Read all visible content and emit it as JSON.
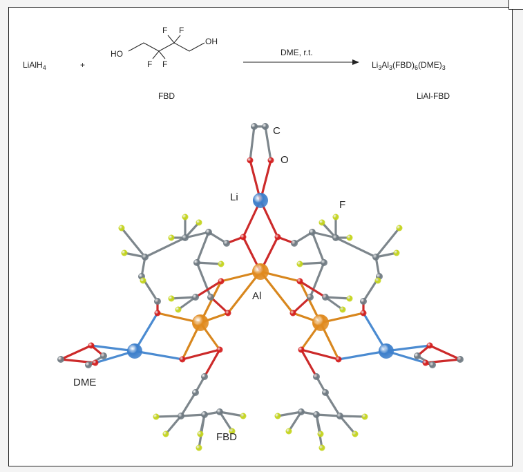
{
  "scheme": {
    "reactant1": "LiAlH",
    "reactant1_sub": "4",
    "plus": "+",
    "diol": {
      "ho_left": "HO",
      "oh_right": "OH",
      "f": "F"
    },
    "diol_name": "FBD",
    "conditions": "DME, r.t.",
    "product_parts": [
      {
        "t": "Li",
        "sub": false
      },
      {
        "t": "3",
        "sub": true
      },
      {
        "t": "Al",
        "sub": false
      },
      {
        "t": "3",
        "sub": true
      },
      {
        "t": "(FBD)",
        "sub": false
      },
      {
        "t": "6",
        "sub": true
      },
      {
        "t": "(DME)",
        "sub": false
      },
      {
        "t": "3",
        "sub": true
      }
    ],
    "product_name": "LiAl-FBD"
  },
  "structure": {
    "labels": {
      "C": "C",
      "O": "O",
      "Li": "Li",
      "F": "F",
      "Al": "Al",
      "DME": "DME",
      "FBD": "FBD"
    },
    "colors": {
      "C": "#6f7a82",
      "O": "#d41e1e",
      "Li": "#3d7fcb",
      "Al": "#e08a1e",
      "F": "#c4d41c",
      "bond_grey": "#7d868c",
      "bond_red": "#cc2a2a",
      "bond_blue": "#4b8bd1",
      "bond_orange": "#d8871e",
      "label_C": "#555555",
      "label_O": "#d42a2a",
      "label_Li": "#3d7fcb",
      "label_F": "#a9b526",
      "label_Al": "#e08a1e",
      "label_dark": "#222222"
    }
  }
}
